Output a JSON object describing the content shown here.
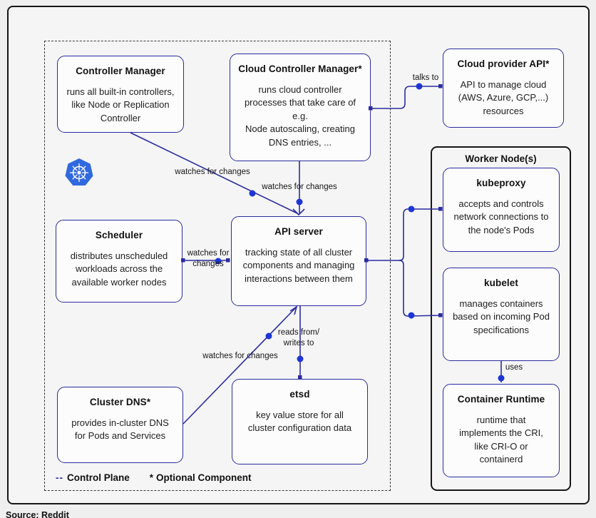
{
  "page": {
    "caption": "Source: Reddit"
  },
  "legend": {
    "dash": "--",
    "control_plane": "Control Plane",
    "star": "*",
    "optional": "Optional Component"
  },
  "worker_node": {
    "title": "Worker Node(s)"
  },
  "boxes": {
    "controller_manager": {
      "title": "Controller Manager",
      "body": "runs all built-in controllers,\nlike Node or Replication\nController"
    },
    "cloud_controller_manager": {
      "title": "Cloud Controller Manager*",
      "body": "runs cloud controller\nprocesses that take care of\ne.g.\nNode autoscaling, creating\nDNS entries, ..."
    },
    "cloud_provider_api": {
      "title": "Cloud provider API*",
      "body": "API to manage cloud\n(AWS, Azure, GCP,...)\nresources"
    },
    "scheduler": {
      "title": "Scheduler",
      "body": "distributes unscheduled\nworkloads across the\navailable worker nodes"
    },
    "api_server": {
      "title": "API server",
      "body": "tracking state of all cluster\ncomponents and managing\ninteractions between them"
    },
    "cluster_dns": {
      "title": "Cluster DNS*",
      "body": "provides in-cluster DNS\nfor Pods and Services"
    },
    "etsd": {
      "title": "etsd",
      "body": "key value store for all\ncluster configuration data"
    },
    "kubeproxy": {
      "title": "kubeproxy",
      "body": "accepts and controls\nnetwork connections to\nthe node's Pods"
    },
    "kubelet": {
      "title": "kubelet",
      "body": "manages containers\nbased on incoming Pod\nspecifications"
    },
    "container_runtime": {
      "title": "Container Runtime",
      "body": "runtime that\nimplements the CRI,\nlike CRI-O or\ncontainerd"
    }
  },
  "labels": {
    "talks_to": "talks to",
    "watches_cm": "watches for changes",
    "watches_ccm": "watches for changes",
    "watches_scheduler": "watches for\nchanges",
    "watches_dns": "watches for changes",
    "reads_writes": "reads from/\nwrites to",
    "uses": "uses"
  },
  "colors": {
    "line": "#2b2ba0",
    "dot": "#1e35d6",
    "box_border": "#2b2ba0",
    "frame": "#161616",
    "kubernetes_blue": "#3069de"
  }
}
